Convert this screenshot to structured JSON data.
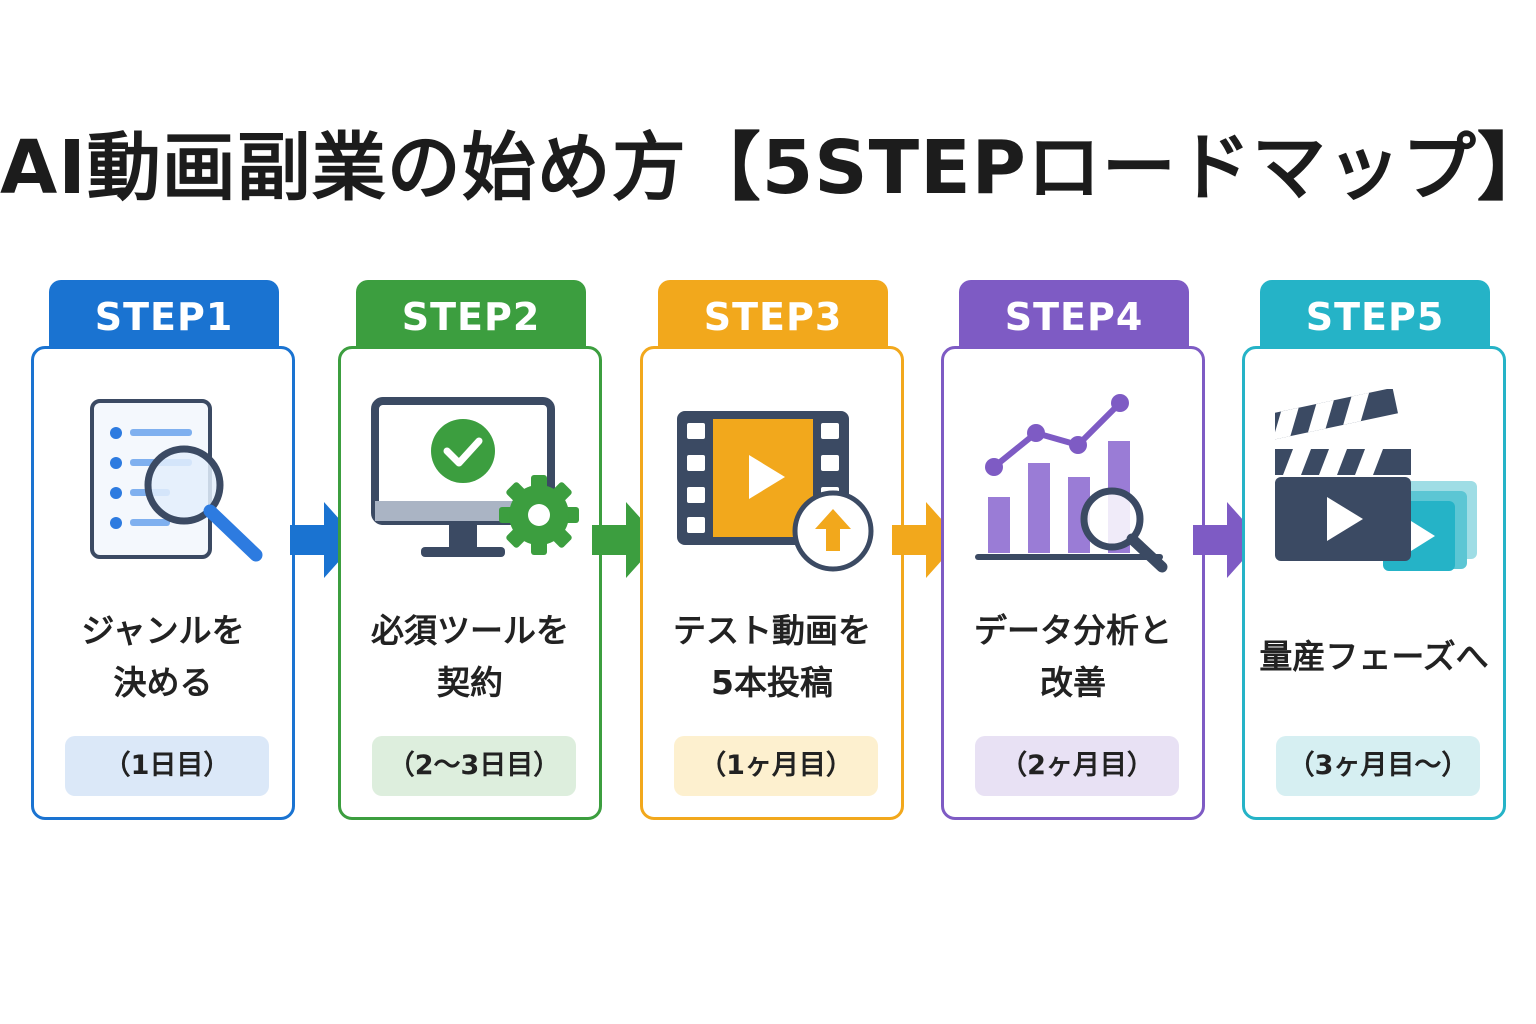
{
  "title": "AI動画副業の始め方【5STEPロードマップ】",
  "steps": [
    {
      "tab": "STEP1",
      "line1": "ジャンルを",
      "line2": "決める",
      "timing": "（1日目）",
      "icon": "document-search-icon",
      "color": "#1a73d1",
      "pill_bg": "#dbe8f8"
    },
    {
      "tab": "STEP2",
      "line1": "必須ツールを",
      "line2": "契約",
      "timing": "（2〜3日目）",
      "icon": "monitor-check-gear-icon",
      "color": "#3c9e3f",
      "pill_bg": "#ddeedd"
    },
    {
      "tab": "STEP3",
      "line1": "テスト動画を",
      "line2": "5本投稿",
      "timing": "（1ヶ月目）",
      "icon": "video-upload-icon",
      "color": "#f2a81c",
      "pill_bg": "#fdf0cf"
    },
    {
      "tab": "STEP4",
      "line1": "データ分析と",
      "line2": "改善",
      "timing": "（2ヶ月目）",
      "icon": "chart-analysis-icon",
      "color": "#7e5bc4",
      "pill_bg": "#e8e1f4"
    },
    {
      "tab": "STEP5",
      "line1": "量産フェーズへ",
      "line2": "",
      "timing": "（3ヶ月目〜）",
      "icon": "clapperboard-icon",
      "color": "#25b3c7",
      "pill_bg": "#d6eff2"
    }
  ]
}
